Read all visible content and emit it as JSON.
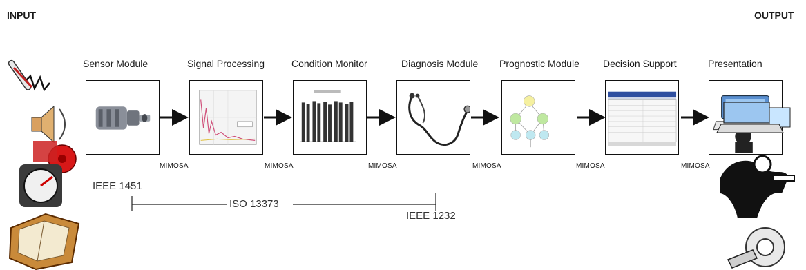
{
  "header": {
    "input": "INPUT",
    "output": "OUTPUT"
  },
  "modules": [
    {
      "label": "Sensor Module",
      "icon": "sensor-device-icon"
    },
    {
      "label": "Signal Processing",
      "icon": "signal-plot-icon"
    },
    {
      "label": "Condition Monitor",
      "icon": "bar-chart-icon"
    },
    {
      "label": "Diagnosis Module",
      "icon": "stethoscope-icon"
    },
    {
      "label": "Prognostic Module",
      "icon": "network-tree-icon"
    },
    {
      "label": "Decision Support",
      "icon": "spreadsheet-icon"
    },
    {
      "label": "Presentation",
      "icon": "presenter-icon"
    }
  ],
  "interfaces": [
    "MIMOSA",
    "MIMOSA",
    "MIMOSA",
    "MIMOSA",
    "MIMOSA",
    "MIMOSA"
  ],
  "standards": {
    "ieee_1451": "IEEE 1451",
    "iso_13373": "ISO 13373",
    "ieee_1232": "IEEE 1232"
  },
  "input_icons": [
    "thermometer-icon",
    "speaker-icon",
    "alarm-bell-icon",
    "gauge-icon",
    "logbook-icon"
  ],
  "output_icons": [
    "operator-desk-icon",
    "technician-icon",
    "gear-wrench-icon"
  ]
}
